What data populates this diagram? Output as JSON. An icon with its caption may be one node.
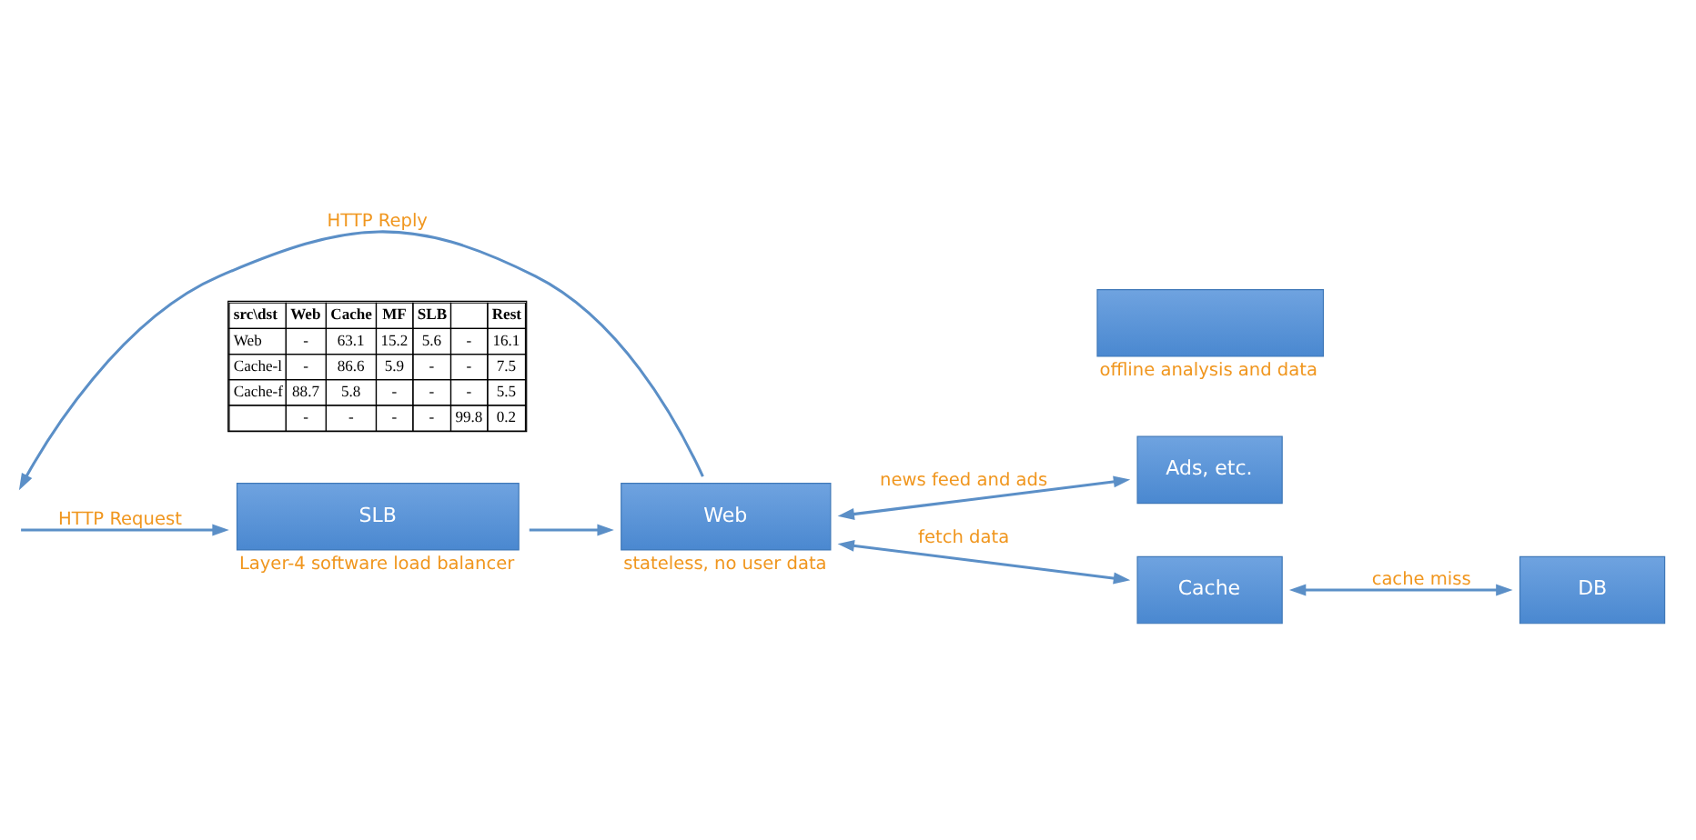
{
  "diagram": {
    "nodes": [
      {
        "text": [
          "SLB"
        ],
        "beside": [
          "Layer-4 software load balancer"
        ]
      },
      {
        "text": [
          "Ads, etc."
        ]
      },
      {
        "text": [
          "Web"
        ],
        "beside": [
          "stateless, no user data"
        ]
      },
      {
        "text": [
          "Cache"
        ]
      },
      {
        "text": [
          "DB"
        ]
      },
      {
        "text": [],
        "shape": "box",
        "beside": [
          "offline analysis and data"
        ]
      }
    ],
    "edges": [
      {
        "from": null,
        "to": 0,
        "arrow": "to",
        "label": "HTTP Request"
      },
      {
        "from": 0,
        "to": 2,
        "arrow": "to"
      },
      {
        "from": 2,
        "to": 1,
        "arrow": "both",
        "label": "news feed and ads"
      },
      {
        "from": 2,
        "to": null,
        "arrow": "to",
        "label": "HTTP Reply"
      },
      {
        "from": 2,
        "to": 3,
        "arrow": "both",
        "label": "fetch data"
      },
      {
        "from": 3,
        "to": 4,
        "arrow": "both",
        "label": "cache miss"
      }
    ],
    "labels": [
      "src\\dst",
      "Web",
      "Cache",
      "MF",
      "SLB",
      "Rest",
      "Web",
      "-",
      "63.1",
      "15.2",
      "5.6",
      "-",
      "16.1",
      "Cache-l",
      "-",
      "86.6",
      "5.9",
      "-",
      "-",
      "7.5",
      "Cache-f",
      "88.7",
      "5.8",
      "-",
      "-",
      "-",
      "5.5",
      "-",
      "-",
      "-",
      "-",
      "99.8",
      "0.2"
    ]
  }
}
